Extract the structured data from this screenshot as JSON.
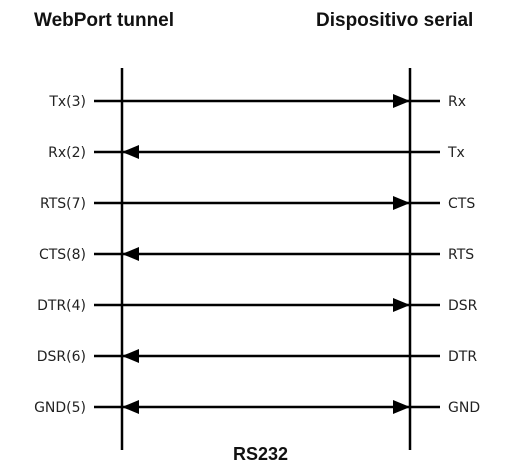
{
  "left_header": "WebPort tunnel",
  "right_header": "Dispositivo serial",
  "footer_title": "RS232",
  "colors": {
    "line": "#000000",
    "text": "#222222"
  },
  "signals": [
    {
      "left": "Tx(3)",
      "right": "Rx",
      "direction": "left-to-right"
    },
    {
      "left": "Rx(2)",
      "right": "Tx",
      "direction": "right-to-left"
    },
    {
      "left": "RTS(7)",
      "right": "CTS",
      "direction": "left-to-right"
    },
    {
      "left": "CTS(8)",
      "right": "RTS",
      "direction": "right-to-left"
    },
    {
      "left": "DTR(4)",
      "right": "DSR",
      "direction": "left-to-right"
    },
    {
      "left": "DSR(6)",
      "right": "DTR",
      "direction": "right-to-left"
    },
    {
      "left": "GND(5)",
      "right": "GND",
      "direction": "both"
    }
  ]
}
